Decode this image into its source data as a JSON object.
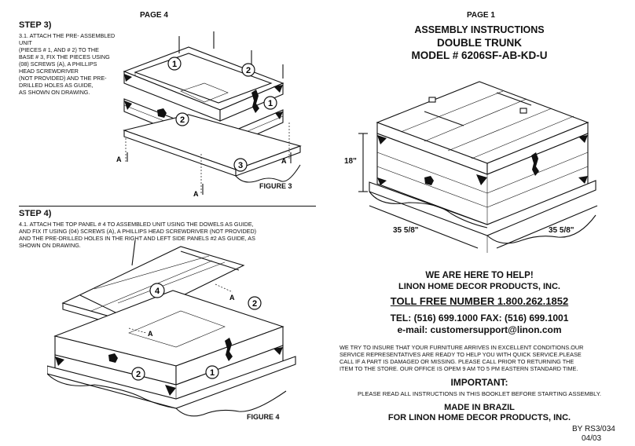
{
  "left": {
    "page_label": "PAGE 4",
    "step3": {
      "title": "STEP 3)",
      "lines": [
        "3.1. ATTACH THE PRE- ASSEMBLED UNIT",
        "(PIECES # 1, AND # 2) TO THE",
        "BASE # 3, FIX THE PIECES USING",
        " (08) SCREWS (A), A PHILLIPS",
        " HEAD SCREWDRIVER",
        "(NOT PROVIDED) AND THE PRE-",
        "DRILLED HOLES AS GUIDE,",
        "AS SHOWN ON DRAWING."
      ],
      "figure_label": "FIGURE 3"
    },
    "step4": {
      "title": "STEP 4)",
      "lines": [
        "4.1. ATTACH THE TOP PANEL # 4 TO ASSEMBLED UNIT USING THE DOWELS   AS GUIDE,",
        "AND FIX IT USING   (04) SCREWS (A), A PHILLIPS HEAD SCREWDRIVER (NOT PROVIDED)",
        " AND THE PRE-DRILLED HOLES IN THE RIGHT AND LEFT SIDE PANELS #2 AS GUIDE, AS",
        " SHOWN ON DRAWING."
      ],
      "figure_label": "FIGURE 4"
    },
    "callouts": {
      "n1": "1",
      "n2": "2",
      "n3": "3",
      "n4": "4",
      "screw": "A"
    }
  },
  "right": {
    "page_label": "PAGE 1",
    "title1": "ASSEMBLY INSTRUCTIONS",
    "title2": "DOUBLE TRUNK",
    "title3": "MODEL # 6206SF-AB-KD-U",
    "dim_height": "18\"",
    "dim_left": "35 5/8\"",
    "dim_right": "35 5/8\"",
    "help": "WE ARE HERE TO HELP!",
    "company": "LINON HOME DECOR PRODUCTS, INC.",
    "tollfree": "TOLL FREE NUMBER 1.800.262.1852",
    "tel": "TEL: (516) 699.1000     FAX: (516) 699.1001",
    "email": "e-mail: customersupport@linon.com",
    "notice_lines": [
      "WE TRY TO INSURE THAT YOUR FURNITURE ARRIVES IN EXCELLENT CONDITIONS.OUR",
      "SERVICE  REPRESENTATIVES ARE READY TO HELP YOU WITH QUICK SERVICE.PLEASE",
      "CALL IF A PART IS DAMAGED OR MISSING. PLEASE CALL PRIOR TO RETURNING THE",
      "ITEM TO THE STORE. OUR OFFICE IS OPEM 9 AM TO 5 PM EASTERN STANDARD TIME."
    ],
    "important": "IMPORTANT:",
    "important_text": "PLEASE READ ALL INSTRUCTIONS IN THIS BOOKLET BEFORE STARTING ASSEMBLY.",
    "made1": "MADE IN BRAZIL",
    "made2": "FOR LINON HOME DECOR PRODUCTS, INC.",
    "by": "BY RS3/034",
    "date": "04/03"
  }
}
